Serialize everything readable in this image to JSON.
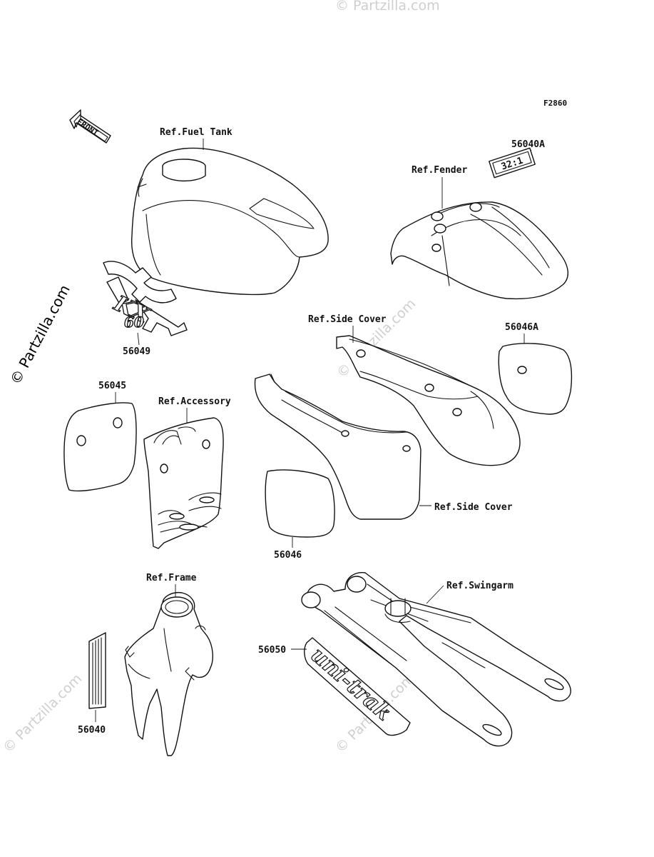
{
  "figure_code": "F2860",
  "front_arrow": "FRONT",
  "watermarks": {
    "main": "© Partzilla.com",
    "faint": "© Partzilla.com"
  },
  "labels": {
    "fuel_tank": "Ref.Fuel Tank",
    "fender": "Ref.Fender",
    "side_cover_upper": "Ref.Side Cover",
    "side_cover_lower": "Ref.Side Cover",
    "accessory": "Ref.Accessory",
    "frame": "Ref.Frame",
    "swingarm": "Ref.Swingarm"
  },
  "parts": {
    "p56040A": "56040A",
    "p56049": "56049",
    "p56046A": "56046A",
    "p56045": "56045",
    "p56046": "56046",
    "p56050": "56050",
    "p56040": "56040"
  },
  "decals": {
    "emblem_kx": "KX",
    "emblem_num": "60",
    "ratio_label": "32:1",
    "uni_trak": "uni-trak"
  }
}
